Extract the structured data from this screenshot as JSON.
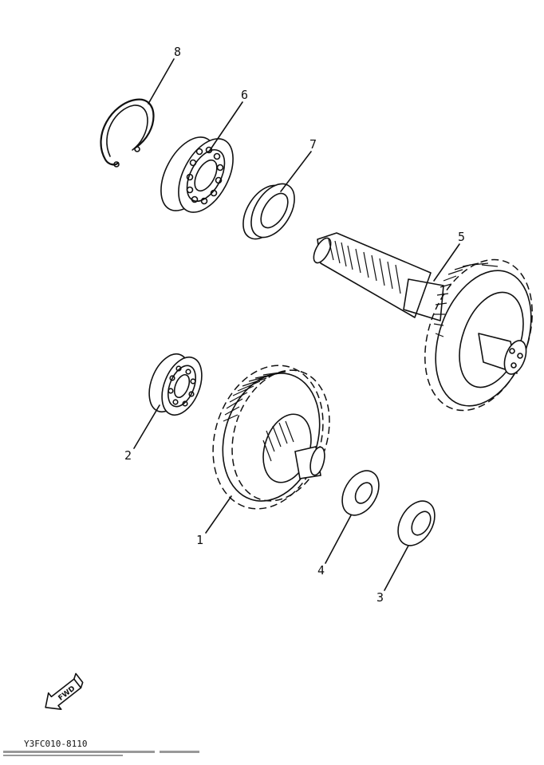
{
  "parts": [
    {
      "number": "1"
    },
    {
      "number": "2"
    },
    {
      "number": "3"
    },
    {
      "number": "4"
    },
    {
      "number": "5"
    },
    {
      "number": "6"
    },
    {
      "number": "7"
    },
    {
      "number": "8"
    }
  ],
  "direction_arrow": {
    "label": "FWD",
    "icon": "fwd-arrow-icon"
  },
  "diagram_code": "Y3FC010-8110"
}
